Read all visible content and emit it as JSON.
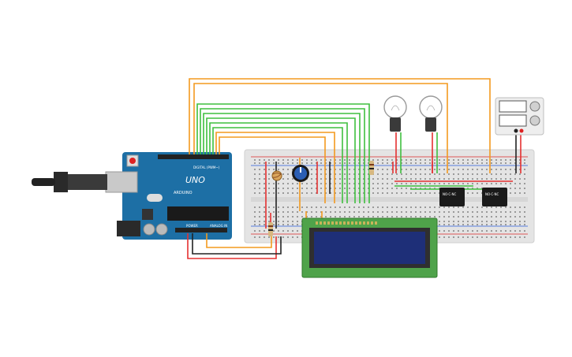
{
  "board": {
    "logo_text": "UNO",
    "brand_text": "ARDUINO",
    "digital_label": "DIGITAL (PWM~)",
    "power_label": "POWER",
    "analog_label": "ANALOG IN",
    "color": "#1d6fa5"
  },
  "lcd": {
    "screen_color": "#1e2f78",
    "pcb_color": "#4fa34a"
  },
  "relays": [
    {
      "label": "NO·C·NC"
    },
    {
      "label": "NO·C·NC"
    }
  ],
  "bulbs": [
    {
      "name": "bulb-1"
    },
    {
      "name": "bulb-2"
    }
  ],
  "wire_colors": {
    "orange": "#f39a1f",
    "green": "#3fbf3f",
    "red": "#e53030",
    "black": "#222222"
  }
}
